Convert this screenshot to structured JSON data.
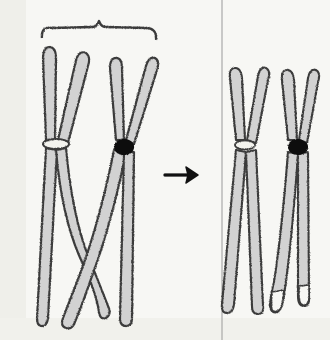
{
  "figure": {
    "description": "",
    "colors": {
      "paper": "#f7f7f4",
      "outline": "#3a3a3a",
      "fill": "#cfcfcf",
      "light_centromere": "#f3f3ee",
      "dark_centromere": "#111111",
      "divider": "#8a8a8a"
    },
    "left_group": {
      "label": "",
      "pair": [
        {
          "name": "chromosome-with-light-centromere",
          "centromere": "light"
        },
        {
          "name": "chromosome-with-dark-centromere",
          "centromere": "dark"
        }
      ],
      "has_bracket": true
    },
    "arrow": {
      "direction": "right",
      "icon": "arrow-right-icon"
    },
    "right_group": {
      "pair": [
        {
          "name": "chromosome-with-light-centromere",
          "centromere": "light"
        },
        {
          "name": "chromosome-with-dark-centromere",
          "centromere": "dark"
        }
      ]
    }
  }
}
